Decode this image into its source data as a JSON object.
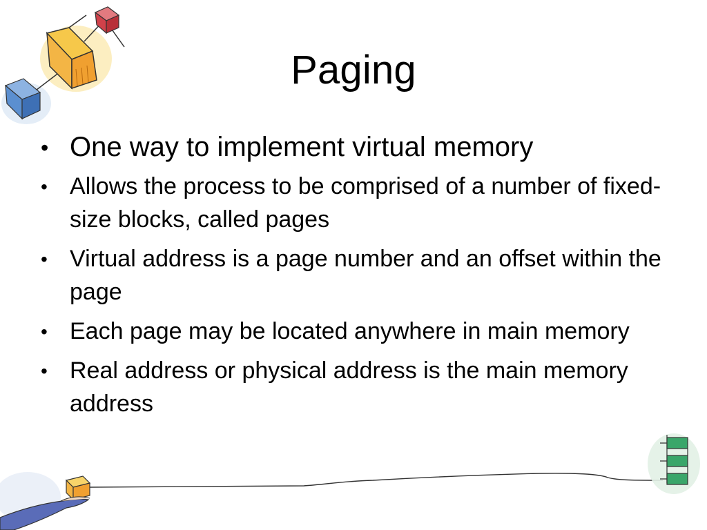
{
  "slide": {
    "title": "Paging",
    "bullets": [
      "One way to implement virtual memory",
      "Allows the process to be comprised of a number of fixed-size blocks, called pages",
      "Virtual address is a page number and an offset within the page",
      "Each page may be located anywhere in main memory",
      "Real address or physical address is the main memory address"
    ],
    "bullet_symbol": "•"
  },
  "decorations": {
    "top_left": "cube-chain-illustration",
    "bottom_left": "hand-holding-cube-illustration",
    "bottom_right": "flowchart-icon",
    "footer_rule": "hand-drawn-line"
  },
  "colors": {
    "background": "#ffffff",
    "text": "#000000",
    "cube_yellow": "#f6c84a",
    "cube_orange": "#f0a030",
    "cube_blue": "#5b8fd0",
    "cube_red": "#d0414a",
    "flow_green": "#3aa66a",
    "hand_blue": "#5a6cb8"
  }
}
